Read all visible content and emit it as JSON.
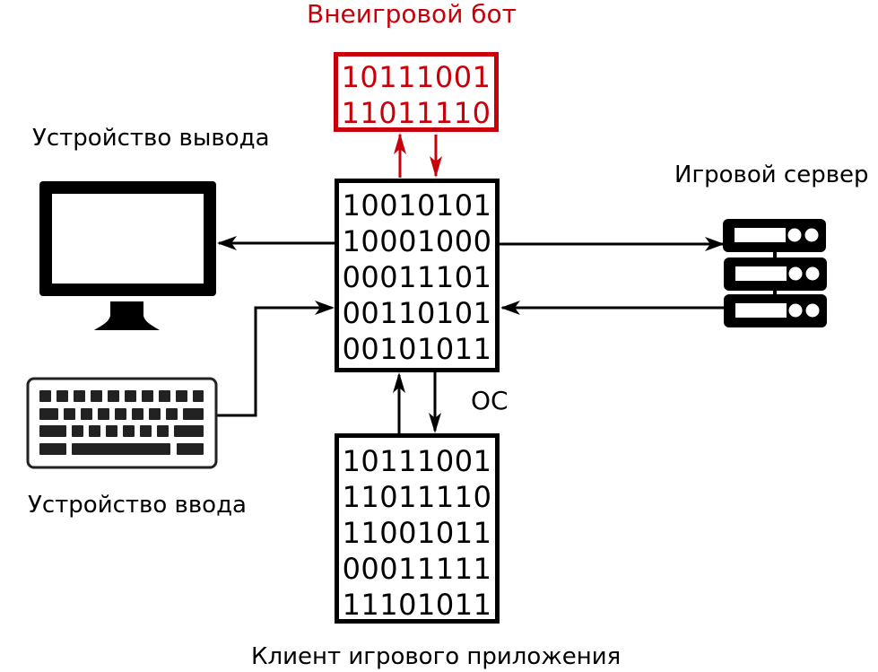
{
  "labels": {
    "bot": "Внеигровой бот",
    "output_device": "Устройство вывода",
    "input_device": "Устройство ввода",
    "game_server": "Игровой сервер",
    "os": "ОС",
    "client": "Клиент игрового приложения"
  },
  "boxes": {
    "bot_memory": [
      "10111001",
      "11011110"
    ],
    "os_memory": [
      "10010101",
      "10001000",
      "00011101",
      "00110101",
      "00101011"
    ],
    "client_memory": [
      "10111001",
      "11011110",
      "11001011",
      "00011111",
      "11101011"
    ]
  },
  "colors": {
    "accent_red": "#c8000a",
    "ink": "#000000",
    "keyboard_keys": "#222222"
  },
  "icons": {
    "output_device": "monitor-icon",
    "input_device": "keyboard-icon",
    "game_server": "server-rack-icon"
  }
}
